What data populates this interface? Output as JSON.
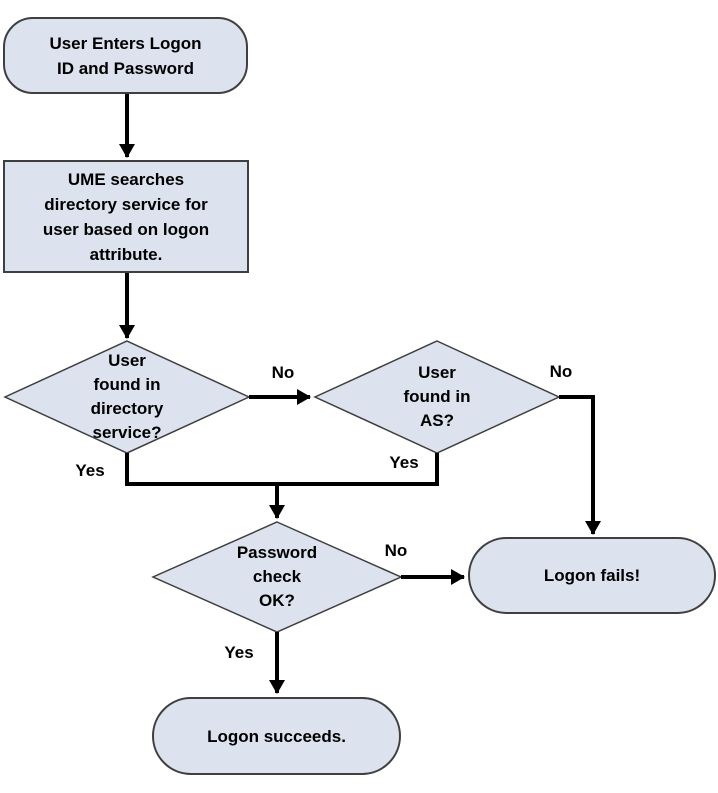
{
  "colors": {
    "background": "#ffffff",
    "shape_fill": "#dce3ee",
    "shape_border": "#3f3f3f",
    "connector": "#000000",
    "text": "#000000"
  },
  "nodes": {
    "start": {
      "type": "terminator",
      "label": "User Enters Logon\nID and Password"
    },
    "search": {
      "type": "process",
      "label": "UME searches\ndirectory service for\nuser based on logon\nattribute."
    },
    "found_in_directory": {
      "type": "decision",
      "label": "User\nfound in\ndirectory\nservice?"
    },
    "found_in_as": {
      "type": "decision",
      "label": "User\nfound in\nAS?"
    },
    "password_check": {
      "type": "decision",
      "label": "Password\ncheck\nOK?"
    },
    "logon_fails": {
      "type": "terminator",
      "label": "Logon fails!"
    },
    "logon_succeeds": {
      "type": "terminator",
      "label": "Logon succeeds."
    }
  },
  "edge_labels": {
    "directory_no": "No",
    "directory_yes": "Yes",
    "as_no": "No",
    "as_yes": "Yes",
    "password_no": "No",
    "password_yes": "Yes"
  }
}
